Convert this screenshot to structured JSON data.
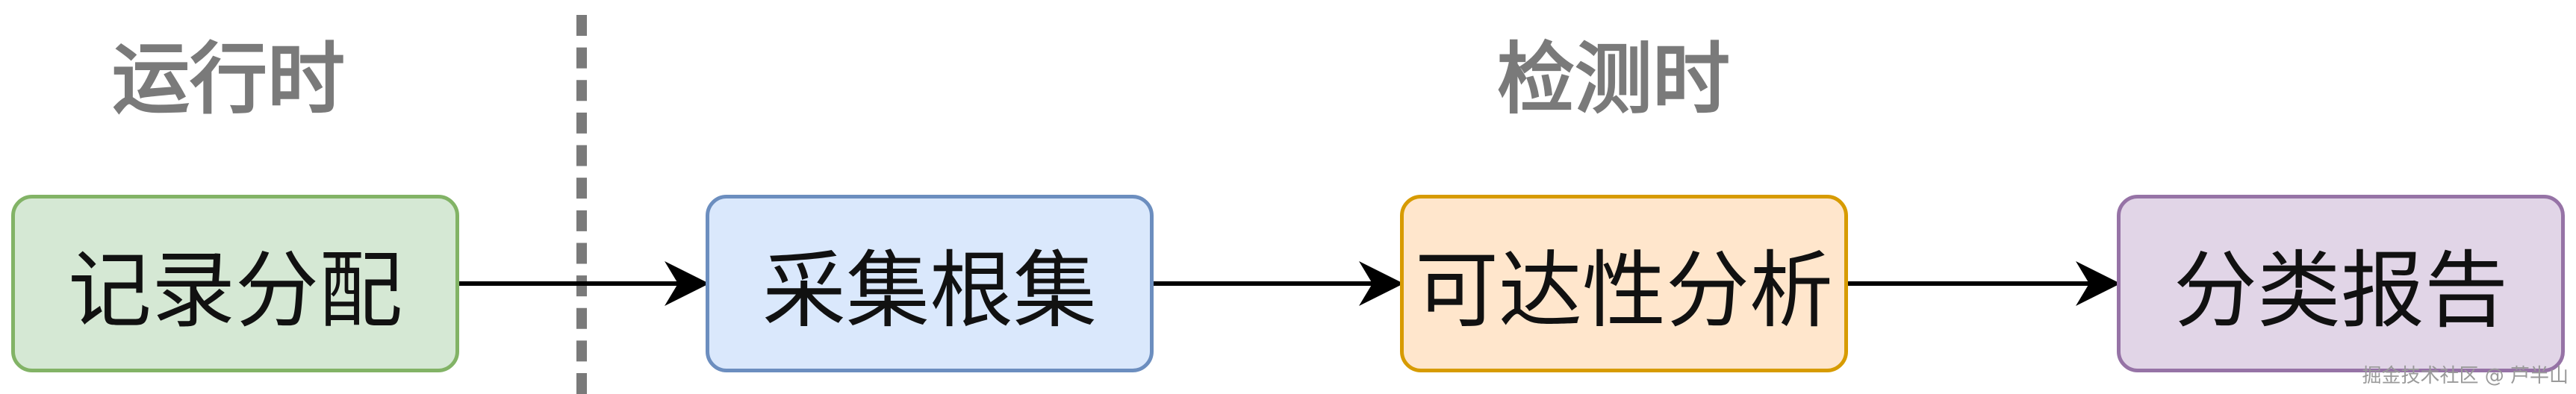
{
  "phases": {
    "runtime": "运行时",
    "detection": "检测时"
  },
  "nodes": [
    {
      "id": "record",
      "label": "记录分配",
      "fill": "#d5e8d4",
      "stroke": "#82b366"
    },
    {
      "id": "collect",
      "label": "采集根集",
      "fill": "#dae8fc",
      "stroke": "#6c8ebf"
    },
    {
      "id": "reach",
      "label": "可达性分析",
      "fill": "#ffe6cc",
      "stroke": "#d79b00"
    },
    {
      "id": "report",
      "label": "分类报告",
      "fill": "#e1d5e7",
      "stroke": "#9673a6"
    }
  ],
  "edges": [
    {
      "from": "record",
      "to": "collect"
    },
    {
      "from": "collect",
      "to": "reach"
    },
    {
      "from": "reach",
      "to": "report"
    }
  ],
  "colors": {
    "phase_text": "#7a7a7a",
    "arrow": "#000000",
    "divider": "#7a7a7a"
  },
  "watermark": "掘金技术社区 @ 芦半山"
}
